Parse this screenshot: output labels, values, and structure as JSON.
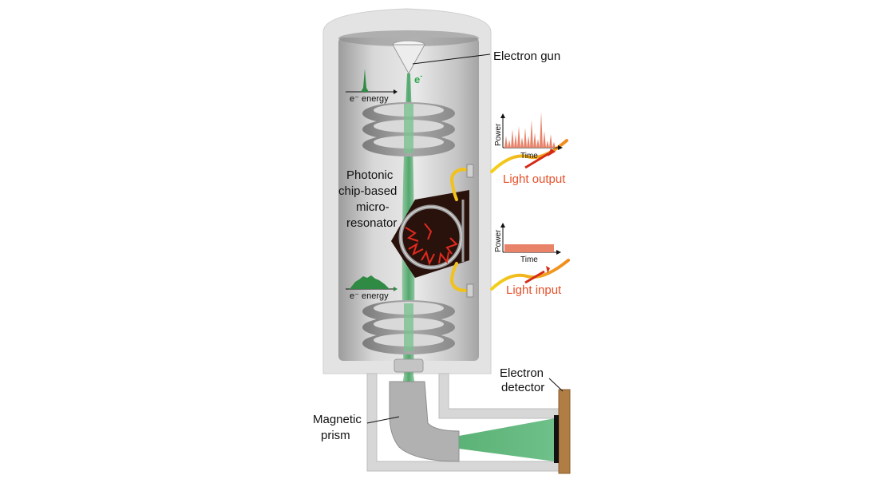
{
  "labels": {
    "electron_gun": "Electron gun",
    "electron_symbol": "e",
    "electron_superscript": "-",
    "energy_top": "e⁻ energy",
    "energy_bottom": "e⁻ energy",
    "resonator_line1": "Photonic",
    "resonator_line2": "chip-based",
    "resonator_line3": "micro-",
    "resonator_line4": "resonator",
    "power_top": "Power",
    "time_top": "Time",
    "light_output": "Light output",
    "power_bottom": "Power",
    "time_bottom": "Time",
    "light_input": "Light input",
    "detector_line1": "Electron",
    "detector_line2": "detector",
    "prism_line1": "Magnetic",
    "prism_line2": "prism"
  },
  "colors": {
    "chamber": "#b9b9b9",
    "beam": "#5bb276",
    "spectrum": "#2f8a43",
    "light": "#f0b020",
    "light_label": "#e8502a",
    "chip": "#2a120c",
    "detector": "#b07d45"
  }
}
